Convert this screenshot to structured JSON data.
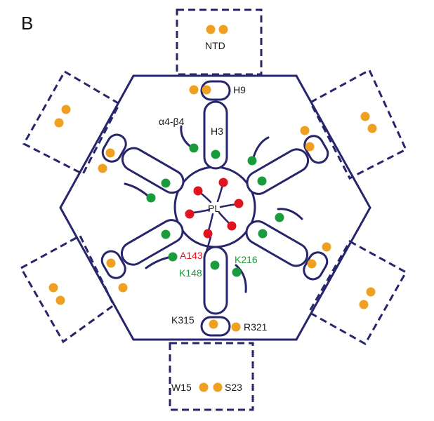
{
  "panel_letter": "B",
  "labels": {
    "ntd": "NTD",
    "h9": "H9",
    "h3": "H3",
    "a4b4": "α4-β4",
    "pl": "PL",
    "a143": "A143",
    "k148": "K148",
    "k216": "K216",
    "k315": "K315",
    "r321": "R321",
    "w15": "W15",
    "s23": "S23"
  },
  "colors": {
    "outline": "#27256b",
    "orange": "#f0a020",
    "green": "#1a9c3c",
    "red": "#e0141e",
    "red_text": "#e0141e",
    "green_text": "#1a9c3c"
  }
}
